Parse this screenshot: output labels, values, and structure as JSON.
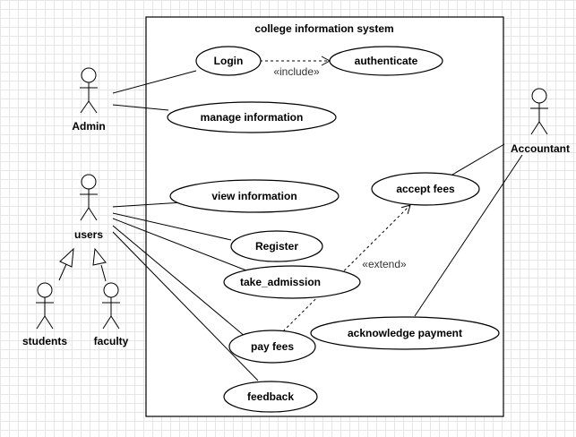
{
  "system": {
    "title": "college information system"
  },
  "actors": {
    "admin": "Admin",
    "users": "users",
    "students": "students",
    "faculty": "faculty",
    "accountant": "Accountant"
  },
  "use_cases": {
    "login": "Login",
    "authenticate": "authenticate",
    "manage_information": "manage information",
    "view_information": "view information",
    "register": "Register",
    "take_admission": "take_admission",
    "pay_fees": "pay fees",
    "feedback": "feedback",
    "accept_fees": "accept fees",
    "acknowledge_payment": "acknowledge payment"
  },
  "relationships": {
    "include_label": "«include»",
    "extend_label": "«extend»"
  }
}
